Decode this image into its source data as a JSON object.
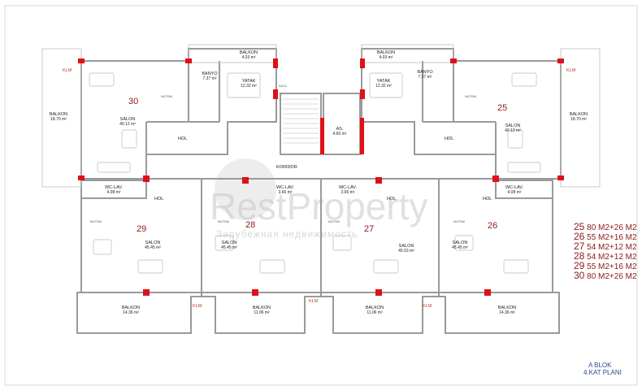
{
  "rooms": {
    "balkon_top_left": {
      "name": "BALKON",
      "area": "4.03 m²"
    },
    "balkon_top_right": {
      "name": "BALKON",
      "area": "4.03 m²"
    },
    "banyo_left": {
      "name": "BANYO",
      "area": "7.37 m²"
    },
    "banyo_right": {
      "name": "BANYO",
      "area": "7.37 m²"
    },
    "yatak_left": {
      "name": "YATAK",
      "area": "12.32 m²"
    },
    "yatak_right": {
      "name": "YATAK",
      "area": "12.32 m²"
    },
    "salon_30": {
      "name": "SALON",
      "area": "40.12 m²"
    },
    "salon_25": {
      "name": "SALON",
      "area": "40.12 m²"
    },
    "balkon_left_side": {
      "name": "BALKON",
      "area": "18.70 m²"
    },
    "balkon_right_side": {
      "name": "BALKON",
      "area": "18.70 m²"
    },
    "as": {
      "name": "AS.",
      "area": "4.60 m²"
    },
    "wc_30": {
      "name": "WC-LAV.",
      "area": "4.08 m²"
    },
    "wc_28": {
      "name": "WC-LAV.",
      "area": "3.66 m²"
    },
    "wc_27": {
      "name": "WC-LAV.",
      "area": "3.66 m²"
    },
    "wc_25": {
      "name": "WC-LAV.",
      "area": "4.08 m²"
    },
    "salon_29": {
      "name": "SALON",
      "area": "45.45 m²"
    },
    "salon_28": {
      "name": "SALON",
      "area": "45.45 m²"
    },
    "salon_27": {
      "name": "SALON",
      "area": "45.53 m²"
    },
    "salon_26": {
      "name": "SALON",
      "area": "45.45 m²"
    },
    "balkon_bottom_1": {
      "name": "BALKON",
      "area": "14.36 m²"
    },
    "balkon_bottom_2": {
      "name": "BALKON",
      "area": "11.06 m²"
    },
    "balkon_bottom_3": {
      "name": "BALKON",
      "area": "11.06 m²"
    },
    "balkon_bottom_4": {
      "name": "BALKON",
      "area": "14.36 m²"
    }
  },
  "labels": {
    "koridor": "KORİDOR",
    "hol": "HOL",
    "klm": "KLM",
    "mutfak": "MUTFAK",
    "saca": "SACA"
  },
  "units": {
    "u25": "25",
    "u26": "26",
    "u27": "27",
    "u28": "28",
    "u29": "29",
    "u30": "30"
  },
  "legend": [
    {
      "num": "25",
      "text": "80 M2+26 M2"
    },
    {
      "num": "26",
      "text": "55 M2+16 M2"
    },
    {
      "num": "27",
      "text": "54 M2+12 M2"
    },
    {
      "num": "28",
      "text": "54 M2+12 M2"
    },
    {
      "num": "29",
      "text": "55 M2+16 M2"
    },
    {
      "num": "30",
      "text": "80 M2+26 M2"
    }
  ],
  "title": {
    "line1": "A BLOK",
    "line2": "4.KAT PLANI"
  },
  "watermark": {
    "brand": "RestProperty",
    "tagline": "Зарубежная недвижимость"
  },
  "colors": {
    "wall": "#9a9a9a",
    "column": "#e0101a",
    "unit_number": "#8b1a1a",
    "title": "#2a4a8a"
  }
}
